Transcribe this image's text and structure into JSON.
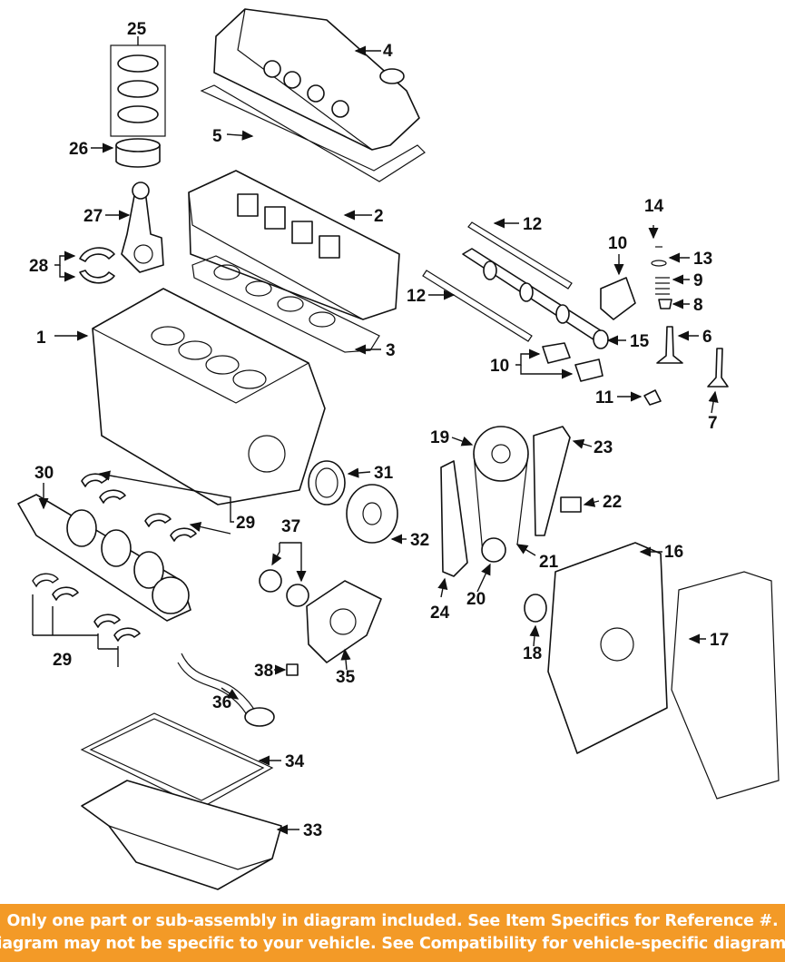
{
  "callouts": [
    "1",
    "2",
    "3",
    "4",
    "5",
    "6",
    "7",
    "8",
    "9",
    "10",
    "10",
    "11",
    "12",
    "12",
    "13",
    "14",
    "15",
    "16",
    "17",
    "18",
    "19",
    "20",
    "21",
    "22",
    "23",
    "24",
    "25",
    "26",
    "27",
    "28",
    "29",
    "29",
    "30",
    "31",
    "32",
    "33",
    "34",
    "35",
    "36",
    "37",
    "38"
  ],
  "banner": {
    "line1": "Only one part or sub-assembly in diagram included. See Item Specifics for Reference #.",
    "line2": "Diagram may not be specific to your vehicle. See Compatibility for vehicle-specific diagrams."
  },
  "colors": {
    "banner_bg": "#f39a27",
    "banner_text": "#ffffff",
    "line": "#111111"
  }
}
